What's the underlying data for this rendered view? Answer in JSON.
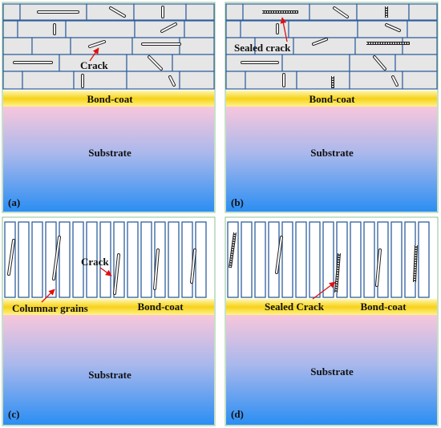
{
  "colors": {
    "brick_fill": "#e6e6e6",
    "brick_stroke": "#2f5f9e",
    "column_stroke": "#2f5f9e",
    "bondcoat_top": "#fff38a",
    "bondcoat_mid": "#f7d21a",
    "substrate_top": "#f7c9dc",
    "substrate_bottom": "#2a8cf2",
    "arrow": "#e01010",
    "panel_border": "#8fc18f"
  },
  "panels": {
    "a": {
      "label": "(a)",
      "bondcoat": "Bond-coat",
      "substrate": "Substrate",
      "callouts": {
        "crack": "Crack"
      }
    },
    "b": {
      "label": "(b)",
      "bondcoat": "Bond-coat",
      "substrate": "Substrate",
      "callouts": {
        "sealed_crack": "Sealed crack"
      }
    },
    "c": {
      "label": "(c)",
      "bondcoat": "Bond-coat",
      "substrate": "Substrate",
      "callouts": {
        "crack": "Crack",
        "columnar_grains": "Columnar grains"
      }
    },
    "d": {
      "label": "(d)",
      "bondcoat": "Bond-coat",
      "substrate": "Substrate",
      "callouts": {
        "sealed_crack": "Sealed Crack"
      }
    }
  }
}
